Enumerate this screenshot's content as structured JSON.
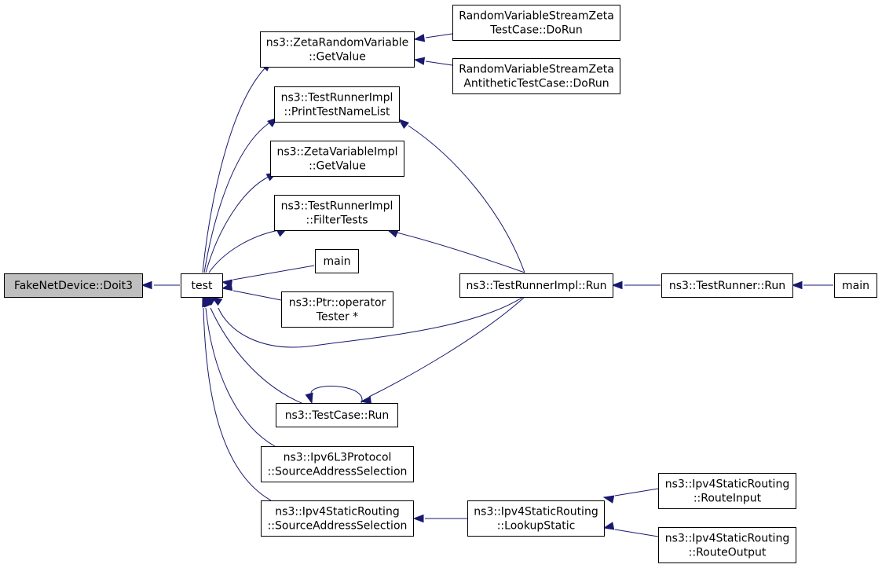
{
  "graph": {
    "colors": {
      "edge": "#191970",
      "node_border": "#000000",
      "root_fill": "#bfbfbf",
      "node_fill": "#ffffff"
    },
    "nodes": {
      "doit3": {
        "lines": [
          "FakeNetDevice::Doit3"
        ],
        "root": true
      },
      "test": {
        "lines": [
          "test"
        ]
      },
      "zeta_rv_getvalue": {
        "lines": [
          "ns3::ZetaRandomVariable",
          "::GetValue"
        ]
      },
      "rvs_zeta_testcase": {
        "lines": [
          "RandomVariableStreamZeta",
          "TestCase::DoRun"
        ]
      },
      "rvs_zeta_antithetic": {
        "lines": [
          "RandomVariableStreamZeta",
          "AntitheticTestCase::DoRun"
        ]
      },
      "printtestnamelist": {
        "lines": [
          "ns3::TestRunnerImpl",
          "::PrintTestNameList"
        ]
      },
      "zetavarimpl_getvalue": {
        "lines": [
          "ns3::ZetaVariableImpl",
          "::GetValue"
        ]
      },
      "filtertests": {
        "lines": [
          "ns3::TestRunnerImpl",
          "::FilterTests"
        ]
      },
      "main_a": {
        "lines": [
          "main"
        ]
      },
      "ptr_operator_tester": {
        "lines": [
          "ns3::Ptr::operator",
          "Tester *"
        ]
      },
      "testrunnerimpl_run": {
        "lines": [
          "ns3::TestRunnerImpl::Run"
        ]
      },
      "testrunner_run": {
        "lines": [
          "ns3::TestRunner::Run"
        ]
      },
      "main_b": {
        "lines": [
          "main"
        ]
      },
      "testcase_run": {
        "lines": [
          "ns3::TestCase::Run"
        ]
      },
      "ipv6l3_sas": {
        "lines": [
          "ns3::Ipv6L3Protocol",
          "::SourceAddressSelection"
        ]
      },
      "ipv4sr_sas": {
        "lines": [
          "ns3::Ipv4StaticRouting",
          "::SourceAddressSelection"
        ]
      },
      "ipv4sr_lookupstatic": {
        "lines": [
          "ns3::Ipv4StaticRouting",
          "::LookupStatic"
        ]
      },
      "ipv4sr_routeinput": {
        "lines": [
          "ns3::Ipv4StaticRouting",
          "::RouteInput"
        ]
      },
      "ipv4sr_routeoutput": {
        "lines": [
          "ns3::Ipv4StaticRouting",
          "::RouteOutput"
        ]
      }
    },
    "edges": [
      {
        "from": "test",
        "to": "doit3"
      },
      {
        "from": "zeta_rv_getvalue",
        "to": "test"
      },
      {
        "from": "rvs_zeta_testcase",
        "to": "zeta_rv_getvalue"
      },
      {
        "from": "rvs_zeta_antithetic",
        "to": "zeta_rv_getvalue"
      },
      {
        "from": "printtestnamelist",
        "to": "test"
      },
      {
        "from": "testrunnerimpl_run",
        "to": "printtestnamelist"
      },
      {
        "from": "zetavarimpl_getvalue",
        "to": "test"
      },
      {
        "from": "filtertests",
        "to": "test"
      },
      {
        "from": "testrunnerimpl_run",
        "to": "filtertests"
      },
      {
        "from": "main_a",
        "to": "test"
      },
      {
        "from": "ptr_operator_tester",
        "to": "test"
      },
      {
        "from": "testrunnerimpl_run",
        "to": "test"
      },
      {
        "from": "testrunner_run",
        "to": "testrunnerimpl_run"
      },
      {
        "from": "main_b",
        "to": "testrunner_run"
      },
      {
        "from": "testcase_run",
        "to": "test"
      },
      {
        "from": "testcase_run",
        "to": "testcase_run"
      },
      {
        "from": "testrunnerimpl_run",
        "to": "testcase_run"
      },
      {
        "from": "ipv6l3_sas",
        "to": "test"
      },
      {
        "from": "ipv4sr_sas",
        "to": "test"
      },
      {
        "from": "ipv4sr_lookupstatic",
        "to": "ipv4sr_sas"
      },
      {
        "from": "ipv4sr_routeinput",
        "to": "ipv4sr_lookupstatic"
      },
      {
        "from": "ipv4sr_routeoutput",
        "to": "ipv4sr_lookupstatic"
      }
    ]
  }
}
